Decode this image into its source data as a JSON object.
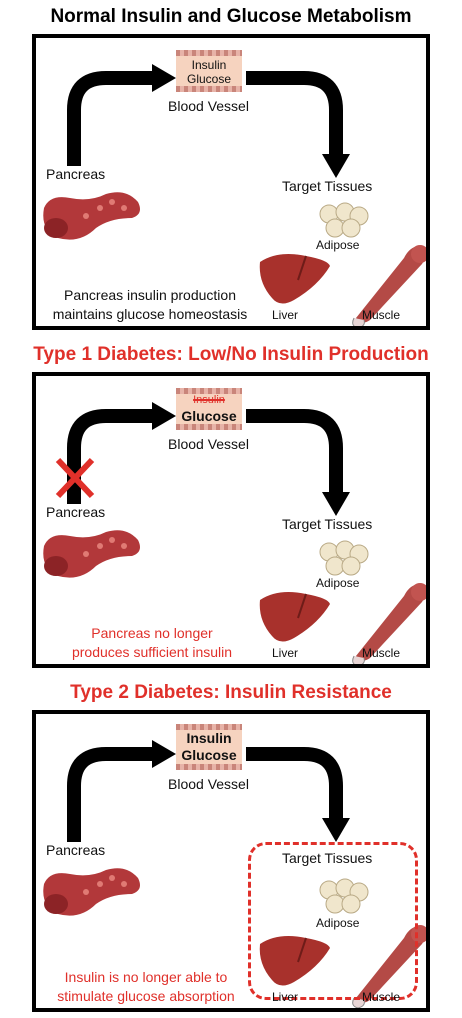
{
  "titles": {
    "normal": "Normal Insulin and Glucose Metabolism",
    "type1": "Type 1 Diabetes: Low/No Insulin Production",
    "type2": "Type 2 Diabetes: Insulin Resistance"
  },
  "labels": {
    "pancreas": "Pancreas",
    "blood_vessel": "Blood Vessel",
    "target_tissues": "Target Tissues",
    "adipose": "Adipose",
    "liver": "Liver",
    "muscle": "Muscle",
    "insulin": "Insulin",
    "glucose": "Glucose"
  },
  "captions": {
    "normal_line1": "Pancreas insulin production",
    "normal_line2": "maintains glucose homeostasis",
    "type1_line1": "Pancreas no longer",
    "type1_line2": "produces sufficient insulin",
    "type2_line1": "Insulin is no longer able to",
    "type2_line2": "stimulate glucose absorption"
  },
  "colors": {
    "accent_red": "#e0302a",
    "organ_red": "#a8312c",
    "vessel": "#f6d3bf"
  },
  "icons": [
    "pancreas-icon",
    "liver-icon",
    "muscle-icon",
    "adipose-icon",
    "arrow-icon",
    "x-mark-icon"
  ]
}
